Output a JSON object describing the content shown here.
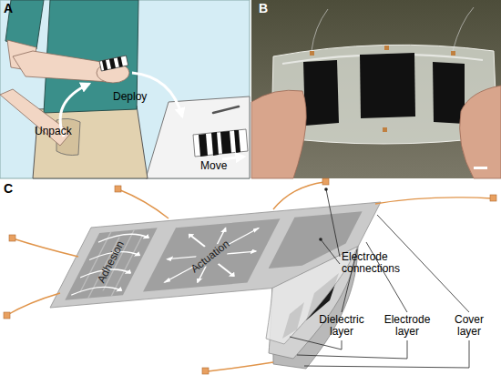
{
  "diagram": {
    "labels": [
      "A",
      "Unpack",
      "Deploy",
      "Move",
      "B",
      "C",
      "Adhesion",
      "Actuation",
      "Electrode connections",
      "Dielectric layer",
      "Electrode layer",
      "Cover layer"
    ]
  }
}
